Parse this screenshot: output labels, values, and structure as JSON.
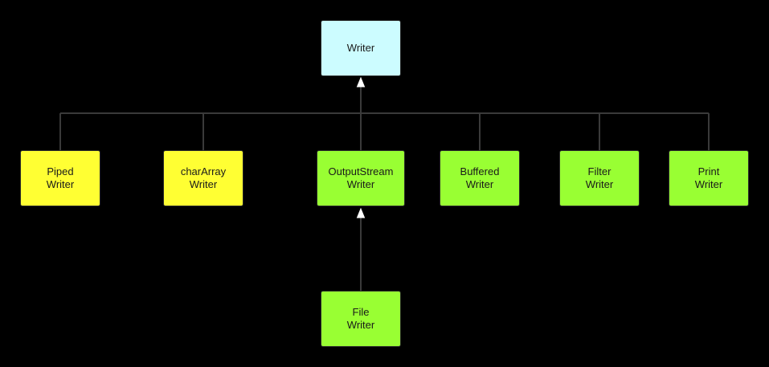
{
  "nodes": {
    "writer": {
      "label": "Writer",
      "fill": "#ccfcff"
    },
    "piped": {
      "label": "Piped\nWriter",
      "fill": "#ffff33"
    },
    "chararray": {
      "label": "charArray\nWriter",
      "fill": "#ffff33"
    },
    "outputstream": {
      "label": "OutputStream\nWriter",
      "fill": "#99ff33"
    },
    "buffered": {
      "label": "Buffered\nWriter",
      "fill": "#99ff33"
    },
    "filter": {
      "label": "Filter\nWriter",
      "fill": "#99ff33"
    },
    "print": {
      "label": "Print\nWriter",
      "fill": "#99ff33"
    },
    "file": {
      "label": "File\nWriter",
      "fill": "#99ff33"
    }
  },
  "edges": [
    {
      "from": "piped",
      "to": "writer"
    },
    {
      "from": "chararray",
      "to": "writer"
    },
    {
      "from": "outputstream",
      "to": "writer"
    },
    {
      "from": "buffered",
      "to": "writer"
    },
    {
      "from": "filter",
      "to": "writer"
    },
    {
      "from": "print",
      "to": "writer"
    },
    {
      "from": "file",
      "to": "outputstream"
    }
  ],
  "colors": {
    "background": "#000000",
    "connector": "#3a3a3a",
    "arrowhead": "#ffffff",
    "node_border": "#2a2a2a"
  }
}
